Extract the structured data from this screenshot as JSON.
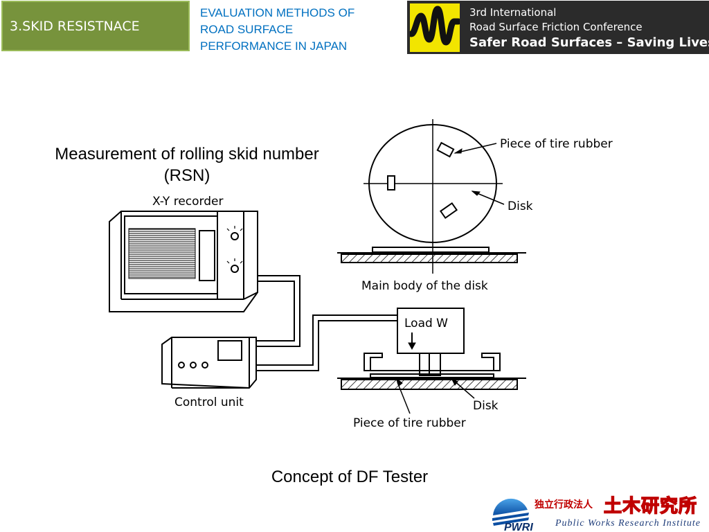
{
  "header": {
    "section_tab": "3.SKID RESISTNACE",
    "title_lines": [
      "EVALUATION METHODS OF",
      "ROAD SURFACE",
      "PERFORMANCE IN JAPAN"
    ]
  },
  "conference": {
    "line1": "3rd International",
    "line2": "Road Surface Friction Conference",
    "line3": "Safer Road Surfaces – Saving Lives",
    "colors": {
      "banner": "#2b2b2b",
      "logo": "#f2e500"
    }
  },
  "measurement": {
    "title_line1": "Measurement of rolling skid number",
    "title_line2": "(RSN)"
  },
  "diagram": {
    "labels": {
      "xy_recorder": "X-Y recorder",
      "control_unit": "Control unit",
      "piece_top": "Piece of tire rubber",
      "disk_top": "Disk",
      "main_body": "Main body of the disk",
      "load": "Load W",
      "disk_bottom": "Disk",
      "piece_bottom": "Piece of tire rubber"
    }
  },
  "caption": "Concept of DF Tester",
  "footer": {
    "org_jp_small": "独立行政法人",
    "org_jp_large": "土木研究所",
    "org_abbr": "PWRI",
    "org_en": "Public Works Research Institute",
    "colors": {
      "accent_red": "#c00000",
      "blue": "#0070c0"
    }
  }
}
